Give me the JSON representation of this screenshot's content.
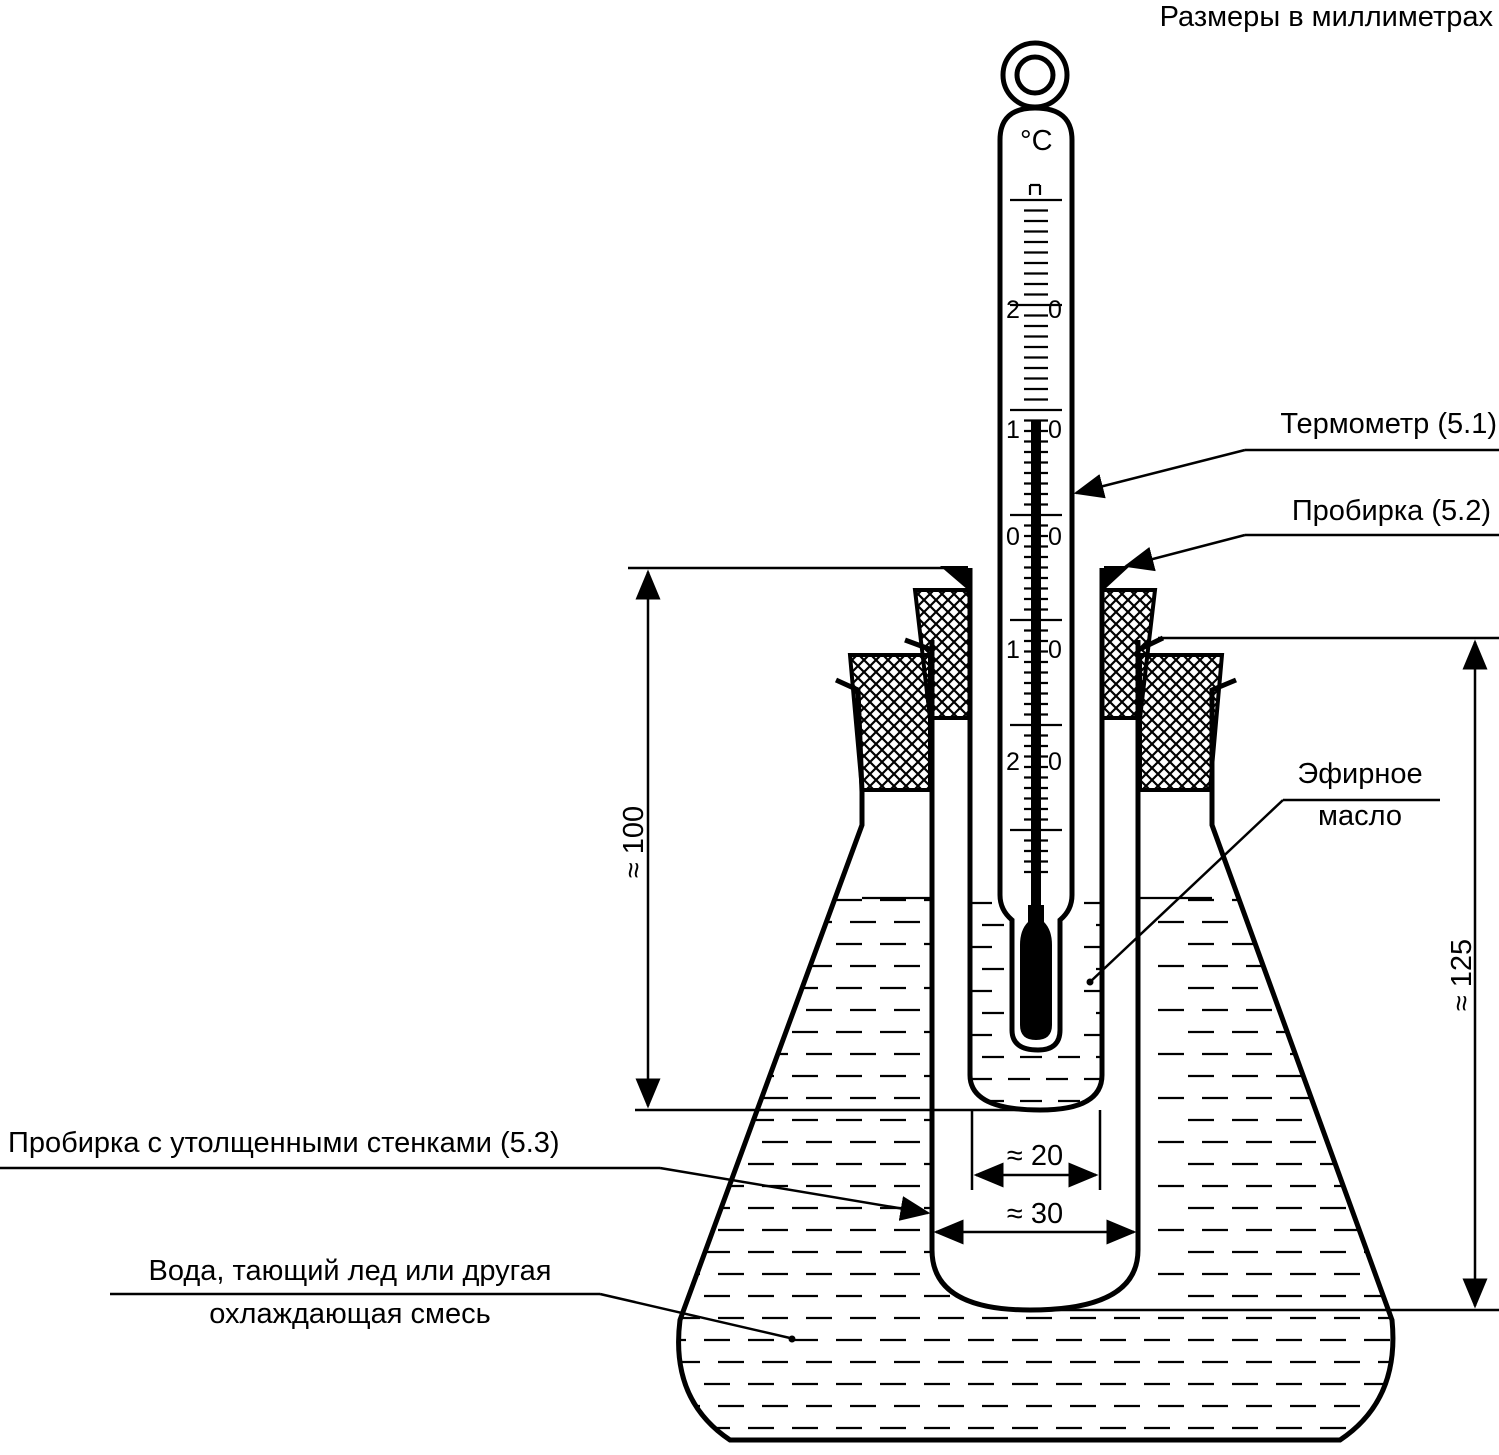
{
  "title": "Размеры в миллиметрах",
  "thermometer": {
    "unit": "°C",
    "scale_digits": [
      "2",
      "0",
      "1",
      "0",
      "0",
      "0",
      "1",
      "0",
      "2",
      "0"
    ]
  },
  "labels": {
    "thermometer": "Термометр (5.1)",
    "test_tube": "Пробирка (5.2)",
    "essential_oil_line1": "Эфирное",
    "essential_oil_line2": "масло",
    "thick_wall_tube": "Пробирка с утолщенными стенками (5.3)",
    "cooling_line1": "Вода, тающий лед или другая",
    "cooling_line2": "охлаждающая смесь"
  },
  "dimensions": {
    "height_tube": "≈ 100",
    "height_outer": "≈ 125",
    "inner_width": "≈ 20",
    "outer_width": "≈ 30"
  }
}
